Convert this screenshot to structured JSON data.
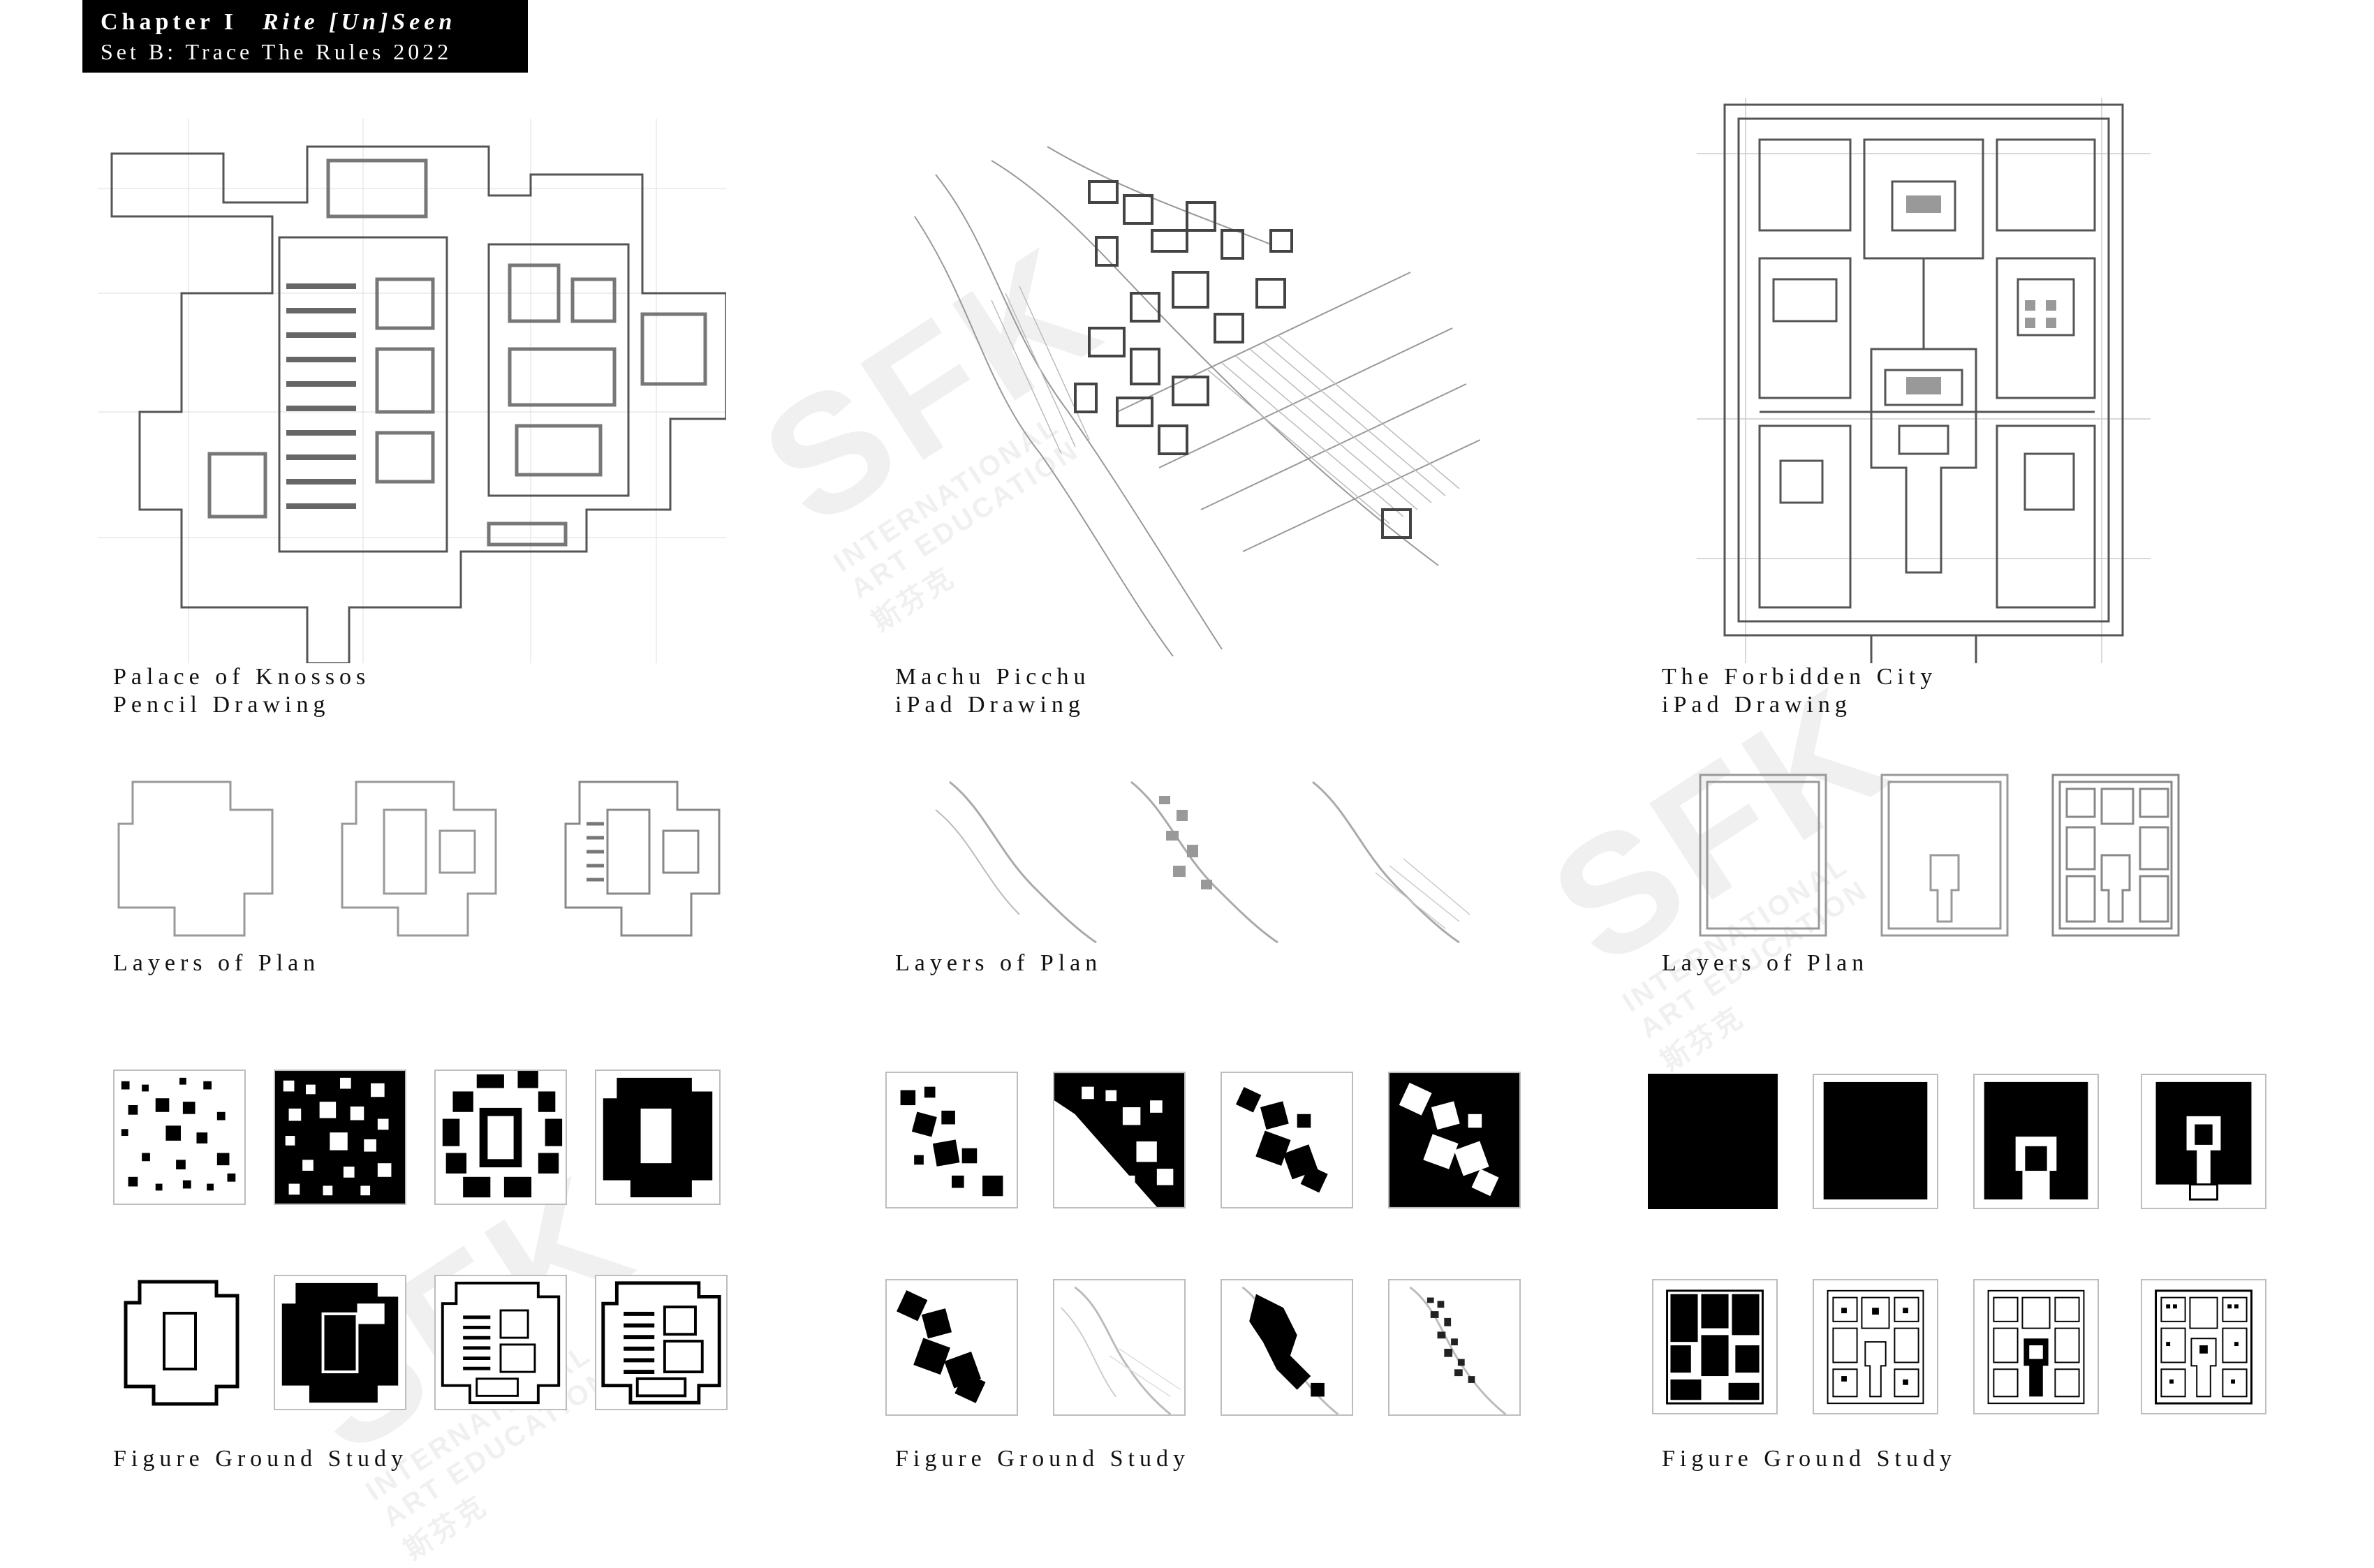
{
  "header": {
    "chapter": "Chapter I",
    "subtitle": "Rite [Un]Seen",
    "set_line": "Set B: Trace The Rules 2022"
  },
  "watermark": {
    "logo": "SFK",
    "line1": "INTERNATIONAL",
    "line2": "ART EDUCATION",
    "cn": "斯芬克"
  },
  "columns": [
    {
      "site": "Palace of Knossos",
      "medium": "Pencil Drawing",
      "layers": "Layers of Plan",
      "figure": "Figure Ground Study"
    },
    {
      "site": "Machu Picchu",
      "medium": "iPad Drawing",
      "layers": "Layers of Plan",
      "figure": "Figure Ground Study"
    },
    {
      "site": "The Forbidden City",
      "medium": "iPad Drawing",
      "layers": "Layers of Plan",
      "figure": "Figure Ground Study"
    }
  ],
  "colors": {
    "ink": "#111111",
    "line": "#555555",
    "frame": "#bdbdbd"
  }
}
